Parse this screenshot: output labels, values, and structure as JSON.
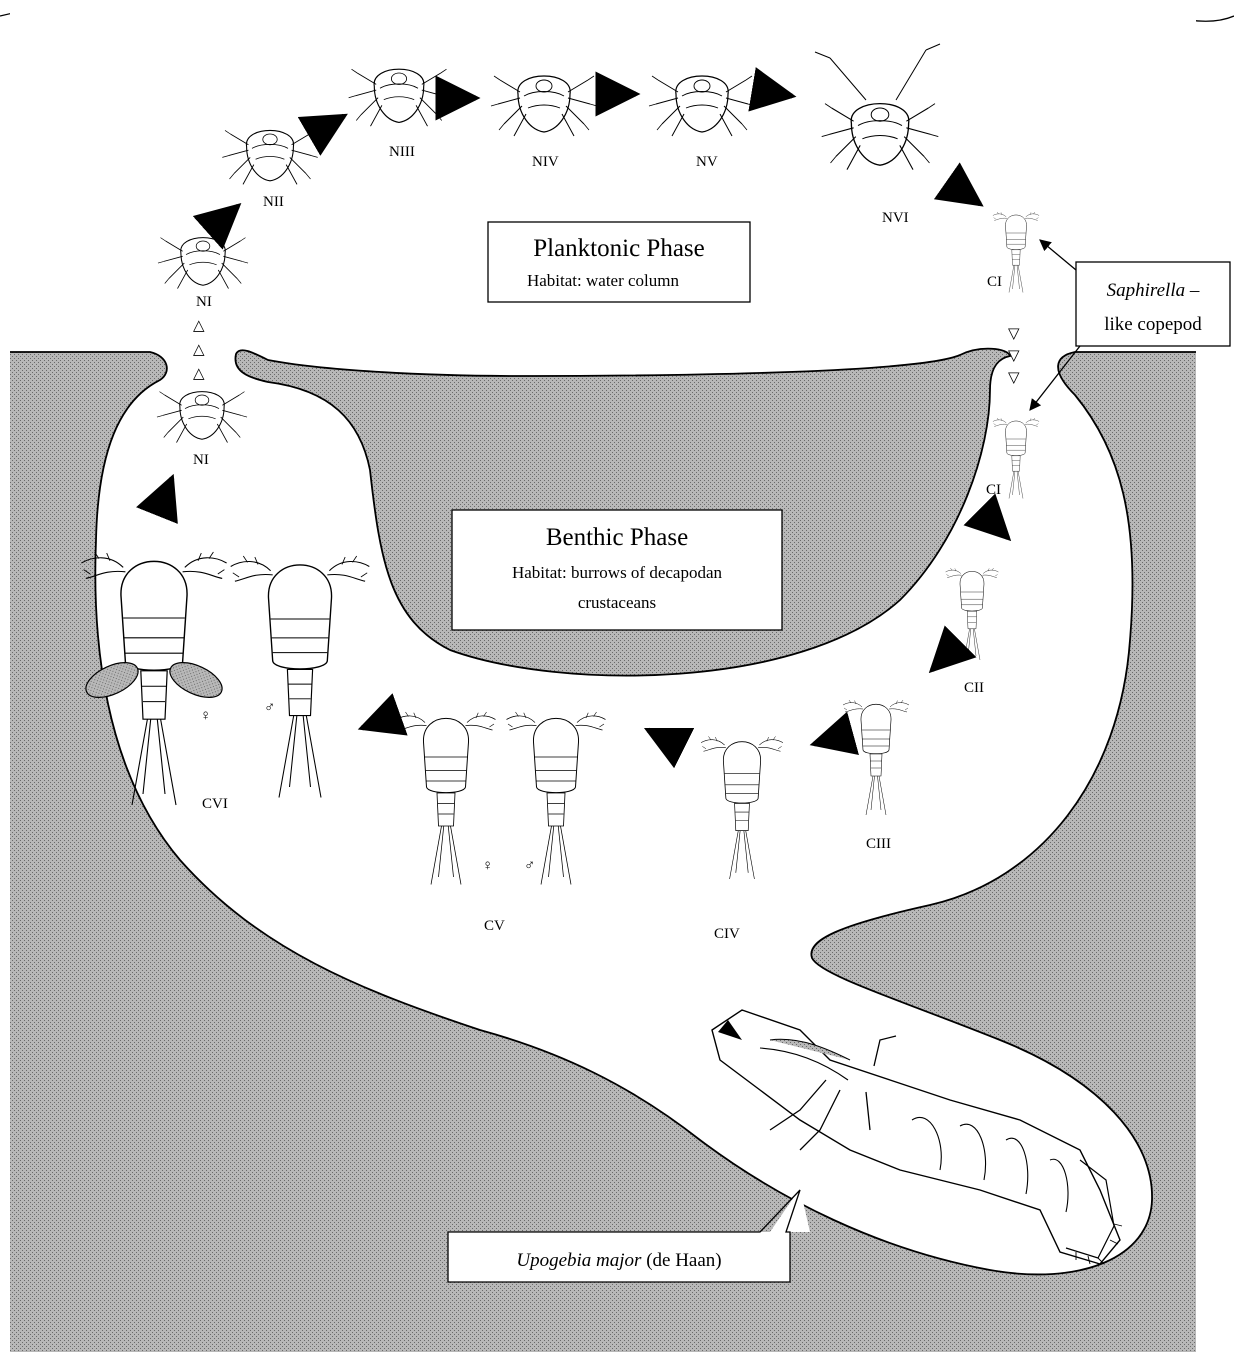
{
  "planktonic_box": {
    "title": "Planktonic Phase",
    "subtitle": "Habitat: water column"
  },
  "benthic_box": {
    "title": "Benthic Phase",
    "subtitle_line1": "Habitat: burrows of decapodan",
    "subtitle_line2": "crustaceans"
  },
  "copepod_callout": {
    "genus": "Saphirella",
    "dash": " –",
    "line2": "like copepod"
  },
  "host_callout": {
    "species": "Upogebia major",
    "author": " (de Haan)"
  },
  "stages": {
    "ni_top": "NI",
    "ni_bottom": "NI",
    "nii": "NII",
    "niii": "NIII",
    "niv": "NIV",
    "nv": "NV",
    "nvi": "NVI",
    "ci_top": "CI",
    "ci_bottom": "CI",
    "cii": "CII",
    "ciii": "CIII",
    "civ": "CIV",
    "cv": "CV",
    "cvi": "CVI"
  },
  "sex_symbols": {
    "female": "♀",
    "male": "♂"
  },
  "molt_symbols": {
    "up": "△",
    "down": "▽"
  },
  "colors": {
    "sediment_fill": "#9c9c9c",
    "water": "#ffffff",
    "outline": "#000000"
  }
}
